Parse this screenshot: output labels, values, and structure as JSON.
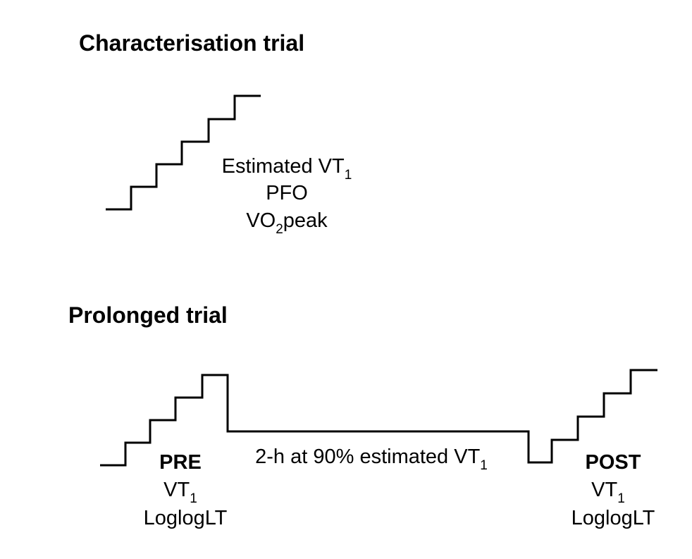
{
  "characterisation": {
    "title": "Characterisation trial",
    "labels": {
      "estimated_vt1": {
        "base": "Estimated VT",
        "sub": "1"
      },
      "pfo": "PFO",
      "vo2peak": {
        "pre": "VO",
        "sub": "2",
        "post": "peak"
      }
    }
  },
  "prolonged": {
    "title": "Prolonged trial",
    "pre": {
      "heading": "PRE",
      "vt1": {
        "base": "VT",
        "sub": "1"
      },
      "loglog": "LoglogLT"
    },
    "steady": {
      "base": "2-h at 90% estimated VT",
      "sub": "1"
    },
    "post": {
      "heading": "POST",
      "vt1": {
        "base": "VT",
        "sub": "1"
      },
      "loglog": "LoglogLT"
    }
  }
}
